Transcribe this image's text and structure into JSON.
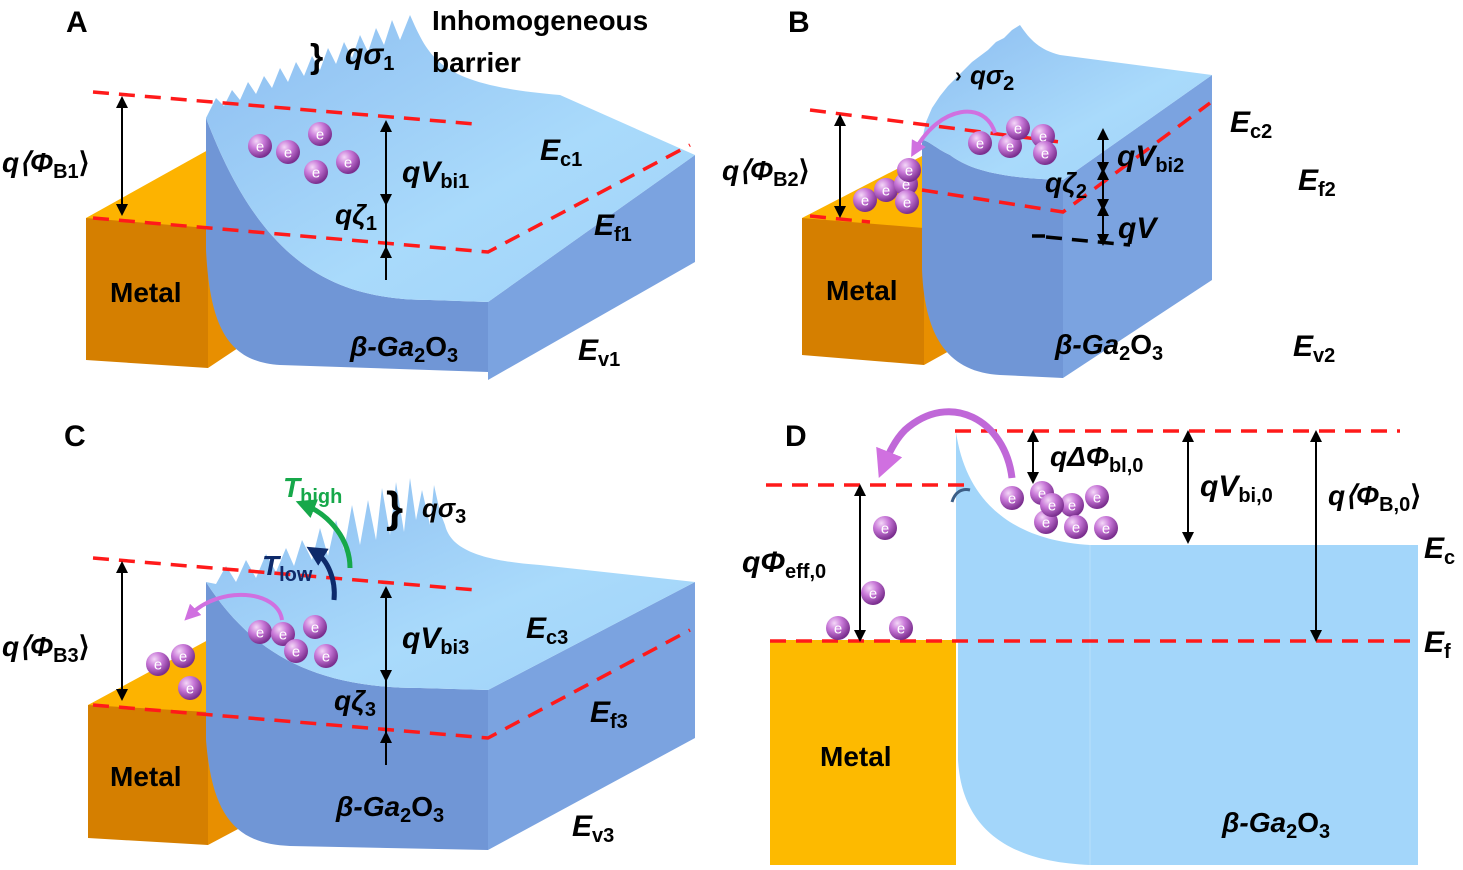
{
  "figure": {
    "colors": {
      "metal_front": "#D57F00",
      "metal_top": "#FDB300",
      "metal_side": "#E88F00",
      "semi_top": "#A6D8FA",
      "semi_front": "#7096D6",
      "semi_side": "#7BA3E0",
      "flat_semi": "#A3D6FA",
      "flat_metal": "#FDBA00",
      "fermi_dash": "#FF1A1A",
      "electron": "#C878D8",
      "hop_arrow": "#D070E0",
      "t_high": "#16A84A",
      "t_low": "#0E2A6A"
    },
    "panels": {
      "A": {
        "letter": "A",
        "annotation_1": "Inhomogeneous",
        "annotation_2": "barrier",
        "sigma": {
          "base": "qσ",
          "sub": "1"
        },
        "barrier": {
          "pre": "q⟨Φ",
          "sub": "B1",
          "post": "⟩"
        },
        "vbi": {
          "base": "qV",
          "sub": "bi1"
        },
        "zeta": {
          "base": "qζ",
          "sub": "1"
        },
        "ec": {
          "base": "E",
          "sub": "c1"
        },
        "ef": {
          "base": "E",
          "sub": "f1"
        },
        "ev": {
          "base": "E",
          "sub": "v1"
        },
        "metal": "Metal",
        "semi": {
          "pre": "β-Ga",
          "s1": "2",
          "mid": "O",
          "s2": "3"
        },
        "electron_count": 5
      },
      "B": {
        "letter": "B",
        "sigma": {
          "base": "qσ",
          "sub": "2"
        },
        "barrier": {
          "pre": "q⟨Φ",
          "sub": "B2",
          "post": "⟩"
        },
        "vbi": {
          "base": "qV",
          "sub": "bi2"
        },
        "zeta": {
          "base": "qζ",
          "sub": "2"
        },
        "bias": "qV",
        "ec": {
          "base": "E",
          "sub": "c2"
        },
        "ef": {
          "base": "E",
          "sub": "f2"
        },
        "ev": {
          "base": "E",
          "sub": "v2"
        },
        "metal": "Metal",
        "semi": {
          "pre": "β-Ga",
          "s1": "2",
          "mid": "O",
          "s2": "3"
        },
        "electron_count": 10
      },
      "C": {
        "letter": "C",
        "t_high": {
          "base": "T",
          "sub": "high"
        },
        "t_low": {
          "base": "T",
          "sub": "low"
        },
        "sigma": {
          "base": "qσ",
          "sub": "3"
        },
        "barrier": {
          "pre": "q⟨Φ",
          "sub": "B3",
          "post": "⟩"
        },
        "vbi": {
          "base": "qV",
          "sub": "bi3"
        },
        "zeta": {
          "base": "qζ",
          "sub": "3"
        },
        "ec": {
          "base": "E",
          "sub": "c3"
        },
        "ef": {
          "base": "E",
          "sub": "f3"
        },
        "ev": {
          "base": "E",
          "sub": "v3"
        },
        "metal": "Metal",
        "semi": {
          "pre": "β-Ga",
          "s1": "2",
          "mid": "O",
          "s2": "3"
        },
        "electron_count": 8
      },
      "D": {
        "letter": "D",
        "dphi": {
          "base": "qΔΦ",
          "sub": "bl,0"
        },
        "vbi": {
          "base": "qV",
          "sub": "bi,0"
        },
        "barrier": {
          "pre": "q⟨Φ",
          "sub": "B,0",
          "post": "⟩"
        },
        "phi_eff": {
          "base": "qΦ",
          "sub": "eff,0"
        },
        "ec": {
          "base": "E",
          "sub": "c"
        },
        "ef": {
          "base": "E",
          "sub": "f"
        },
        "metal": "Metal",
        "semi": {
          "pre": "β-Ga",
          "s1": "2",
          "mid": "O",
          "s2": "3"
        },
        "electron_count": 12
      }
    },
    "electron_label": "e"
  }
}
